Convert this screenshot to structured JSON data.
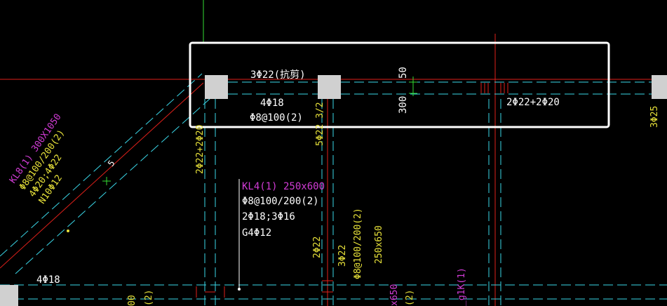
{
  "colors": {
    "background": "#000000",
    "axis_red": "#e0201a",
    "cyan": "#3ad7e8",
    "white": "#ffffff",
    "yellow": "#e8e23a",
    "magenta": "#d23cd6",
    "green": "#33dd33",
    "gray": "#d0d0d0"
  },
  "labels": {
    "top_rebar": "3Φ22(抗剪)",
    "bottom_rebar": "4Φ18",
    "stirrup": "Φ8@100(2)",
    "dim_50": "50",
    "dim_300": "300",
    "mid_rebar": "2Φ22+2Φ20",
    "right_edge_rebar": "3Φ25",
    "col_label_left": "2Φ22+2Φ20",
    "col_label_mid": "5Φ22 3/2",
    "kl8_name": "KL8(1) 300X1050",
    "kl8_stirrup": "Φ8@100/200(2)",
    "kl8_rebar": "4Φ20;4Φ22",
    "kl8_torsion": "N10Φ12",
    "diag_mark": "5",
    "kl4_name": "KL4(1) 250x600",
    "kl4_stirrup": "Φ8@100/200(2)",
    "kl4_rebar": "2Φ18;3Φ16",
    "kl4_side": "G4Φ12",
    "v_2phi22": "2Φ22",
    "v_3phi22": "3Φ22",
    "v_stirrup": "Φ8@100/200(2)",
    "v_size": "250x650",
    "bottom_left_rebar": "4Φ18",
    "bottom_x650": "x650",
    "bottom_2a": "(2)",
    "bottom_g1k1": "_g1K(1)",
    "bottom_00": "00",
    "bottom_2b": "(2)"
  }
}
